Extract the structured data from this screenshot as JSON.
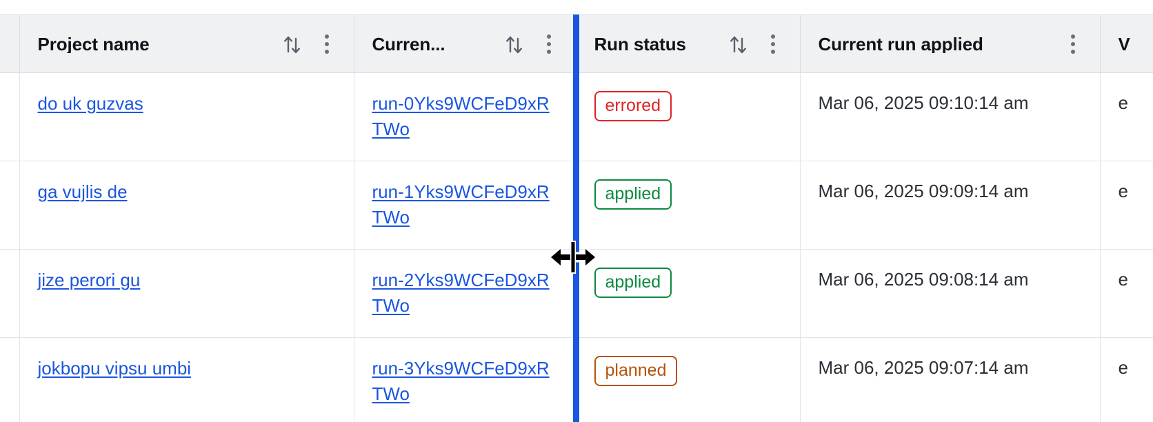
{
  "table": {
    "columns": [
      {
        "id": "gutter",
        "label": "",
        "sortable": false,
        "has_menu": false
      },
      {
        "id": "project",
        "label": "Project name",
        "sortable": true,
        "has_menu": true
      },
      {
        "id": "current_run",
        "label": "Curren...",
        "sortable": true,
        "has_menu": true
      },
      {
        "id": "run_status",
        "label": "Run status",
        "sortable": true,
        "has_menu": true
      },
      {
        "id": "applied",
        "label": "Current run applied",
        "sortable": false,
        "has_menu": true
      },
      {
        "id": "last",
        "label": "V",
        "sortable": false,
        "has_menu": false
      }
    ],
    "rows": [
      {
        "project": "do uk guzvas",
        "current_run": "run-0Yks9WCFeD9xRTWo",
        "run_status": "errored",
        "run_status_kind": "errored",
        "applied": "Mar 06, 2025 09:10:14 am",
        "last": "e"
      },
      {
        "project": "ga vujlis de",
        "current_run": "run-1Yks9WCFeD9xRTWo",
        "run_status": "applied",
        "run_status_kind": "applied",
        "applied": "Mar 06, 2025 09:09:14 am",
        "last": "e"
      },
      {
        "project": "jize perori gu",
        "current_run": "run-2Yks9WCFeD9xRTWo",
        "run_status": "applied",
        "run_status_kind": "applied",
        "applied": "Mar 06, 2025 09:08:14 am",
        "last": "e"
      },
      {
        "project": "jokbopu vipsu umbi",
        "current_run": "run-3Yks9WCFeD9xRTWo",
        "run_status": "planned",
        "run_status_kind": "planned",
        "applied": "Mar 06, 2025 09:07:14 am",
        "last": "e"
      }
    ]
  },
  "interaction": {
    "cursor": "column-resize",
    "resize_indicator_color": "#1a56e0"
  },
  "colors": {
    "link": "#1a56e0",
    "errored": "#e02424",
    "applied": "#0c8a3e",
    "planned": "#b5530b",
    "header_bg": "#f0f1f3",
    "border": "#dcdde1"
  }
}
